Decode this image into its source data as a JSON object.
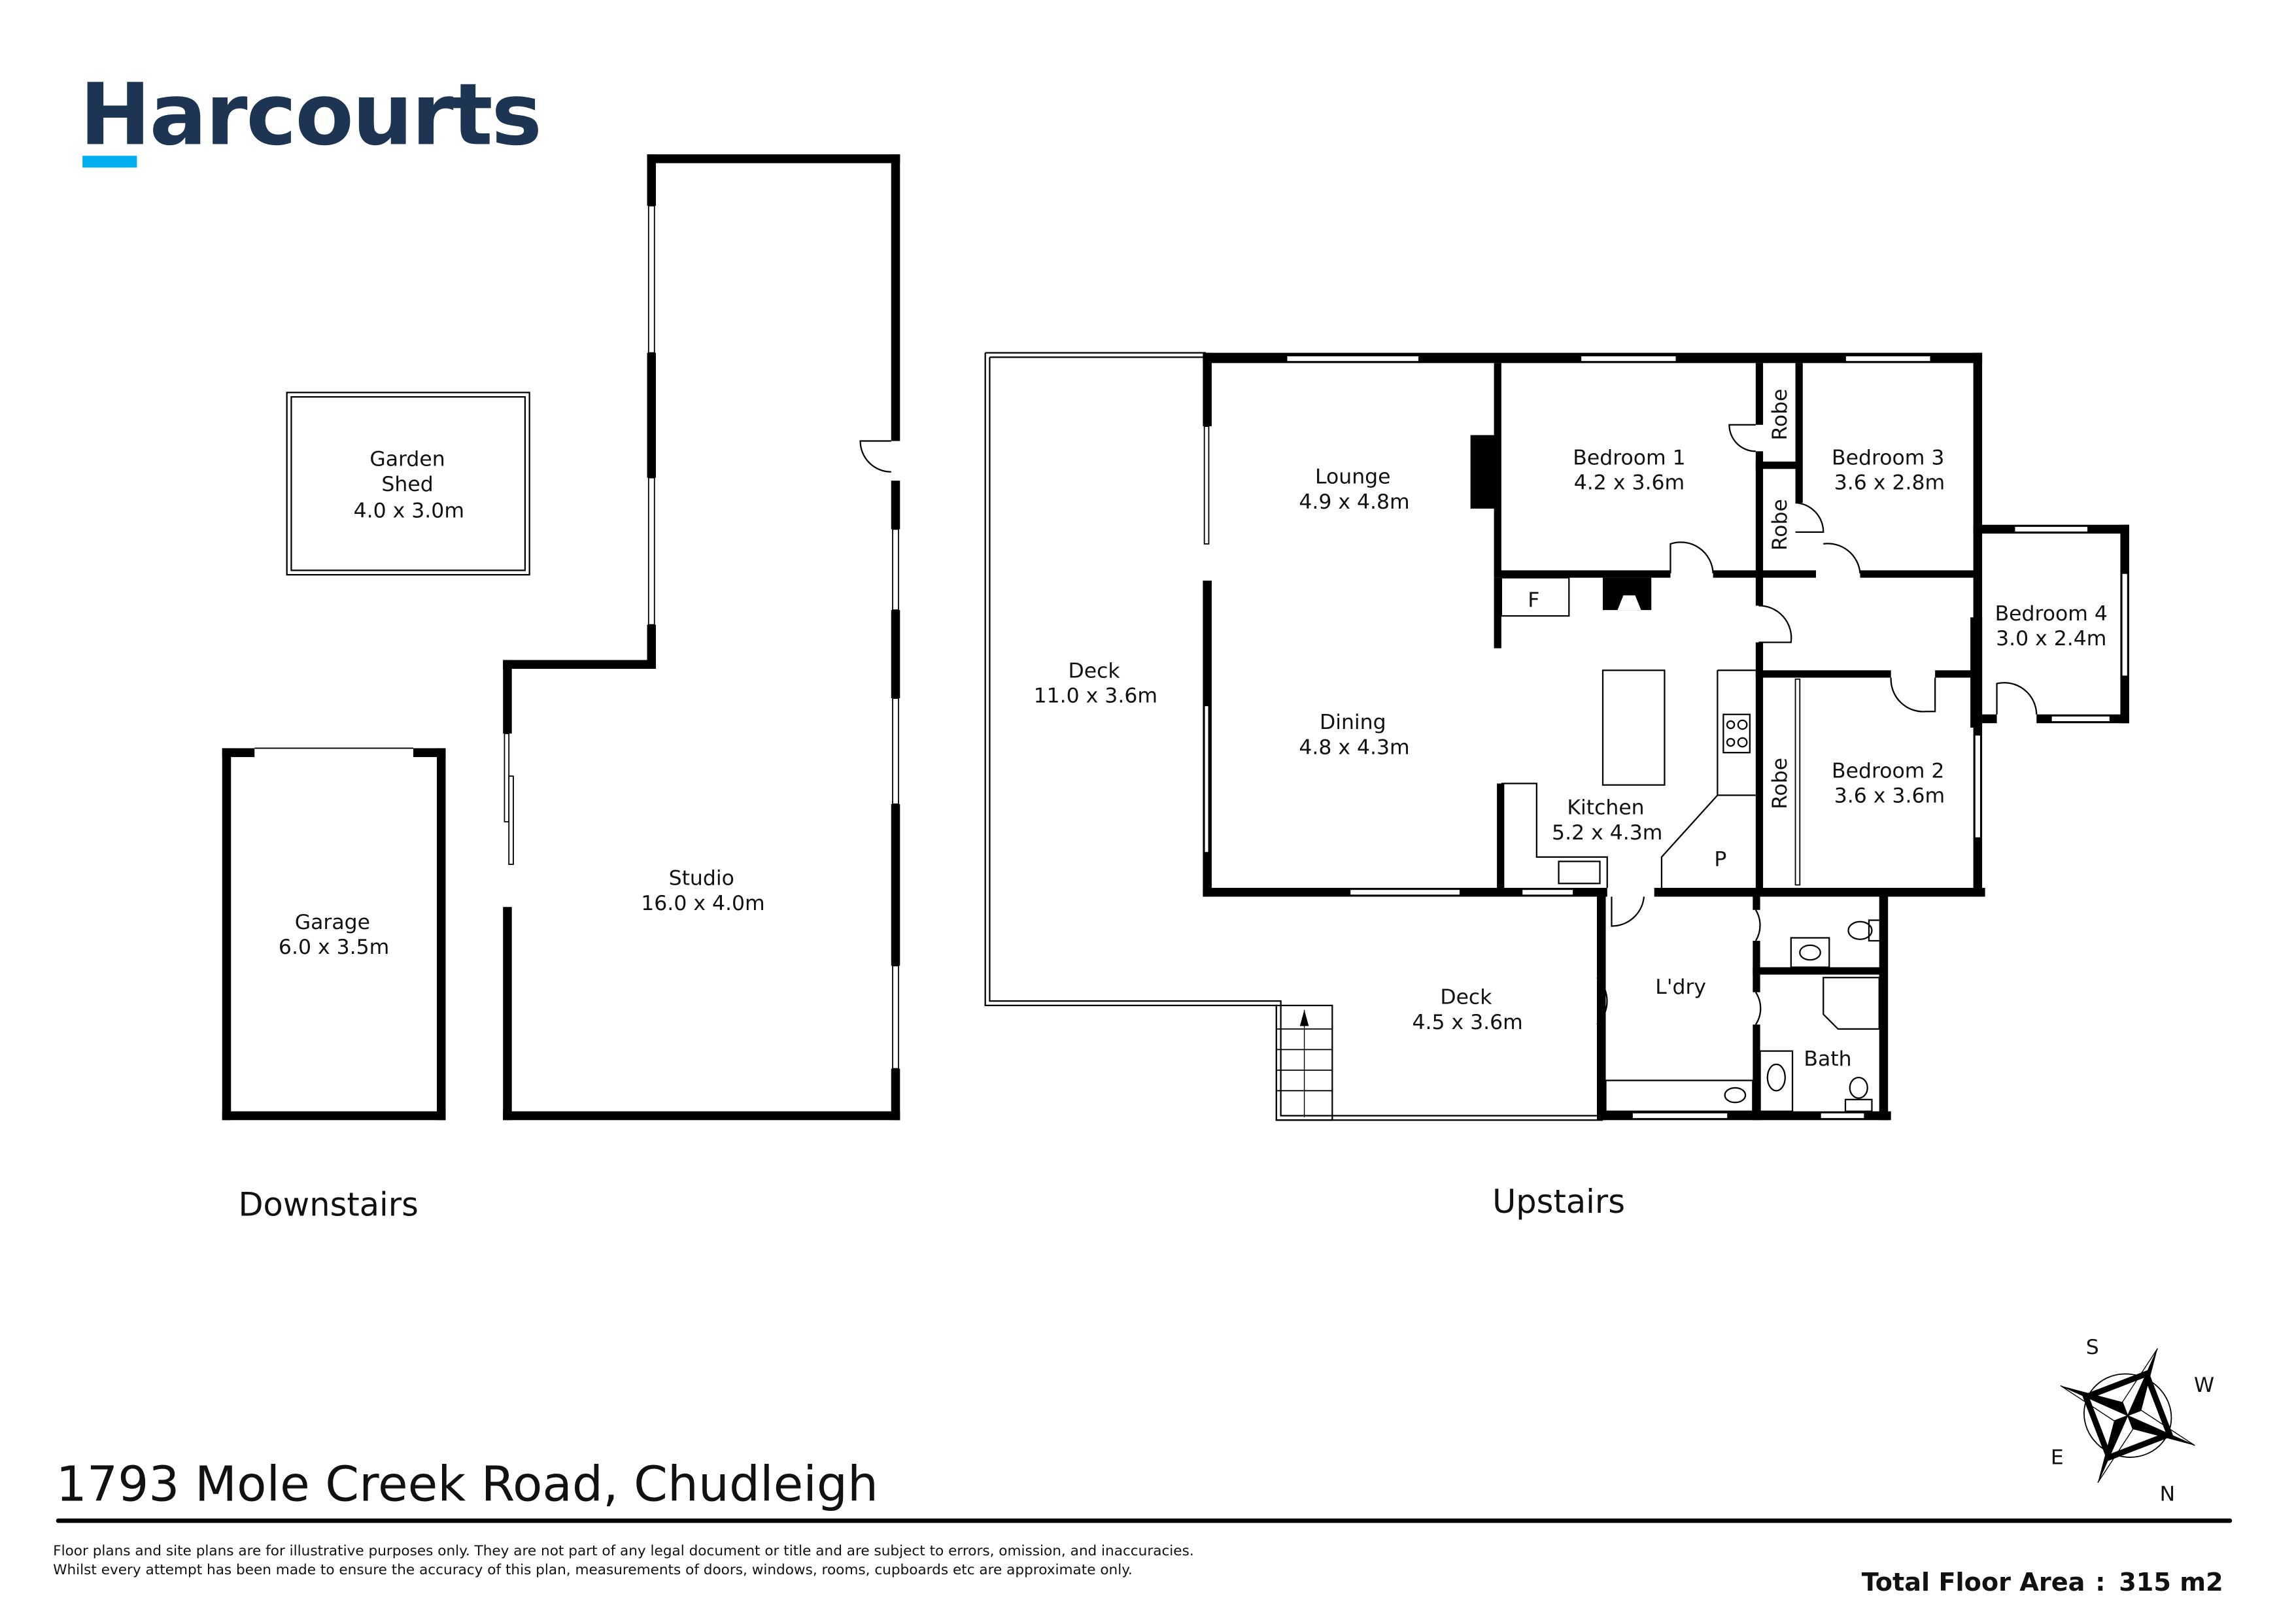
{
  "brand": {
    "logo_text": "Harcourts",
    "logo_color": "#1d3553",
    "accent_color": "#00aeef"
  },
  "floors": {
    "downstairs": {
      "label": "Downstairs",
      "rooms": [
        {
          "name": "Garden",
          "name2": "Shed",
          "size": "4.0 x 3.0m"
        },
        {
          "name": "Studio",
          "size": "16.0 x 4.0m"
        },
        {
          "name": "Garage",
          "size": "6.0 x 3.5m"
        }
      ]
    },
    "upstairs": {
      "label": "Upstairs",
      "rooms": [
        {
          "name": "Deck",
          "size": "11.0 x 3.6m"
        },
        {
          "name": "Lounge",
          "size": "4.9 x 4.8m"
        },
        {
          "name": "Bedroom 1",
          "size": "4.2 x 3.6m"
        },
        {
          "name": "Bedroom 3",
          "size": "3.6 x 2.8m"
        },
        {
          "name": "Bedroom 4",
          "size": "3.0 x 2.4m"
        },
        {
          "name": "Dining",
          "size": "4.8 x 4.3m"
        },
        {
          "name": "Kitchen",
          "size": "5.2 x 4.3m"
        },
        {
          "name": "Bedroom 2",
          "size": "3.6 x 3.6m"
        },
        {
          "name": "Deck",
          "size": "4.5 x 3.6m"
        },
        {
          "name": "L'dry"
        },
        {
          "name": "Bath"
        }
      ],
      "small_labels": {
        "robe": "Robe",
        "fridge": "F",
        "pantry": "P"
      }
    }
  },
  "compass": {
    "n": "N",
    "s": "S",
    "e": "E",
    "w": "W"
  },
  "address": "1793 Mole Creek Road, Chudleigh",
  "disclaimer": {
    "line1": "Floor plans and site plans are for illustrative purposes only. They are not part of any legal document or title and are subject to errors, omission, and inaccuracies.",
    "line2": "Whilst every attempt has been made to ensure the accuracy of this plan, measurements of doors, windows, rooms, cupboards etc are approximate only."
  },
  "total_area": {
    "label": "Total Floor Area",
    "separator": ":",
    "value": "315 m2"
  }
}
